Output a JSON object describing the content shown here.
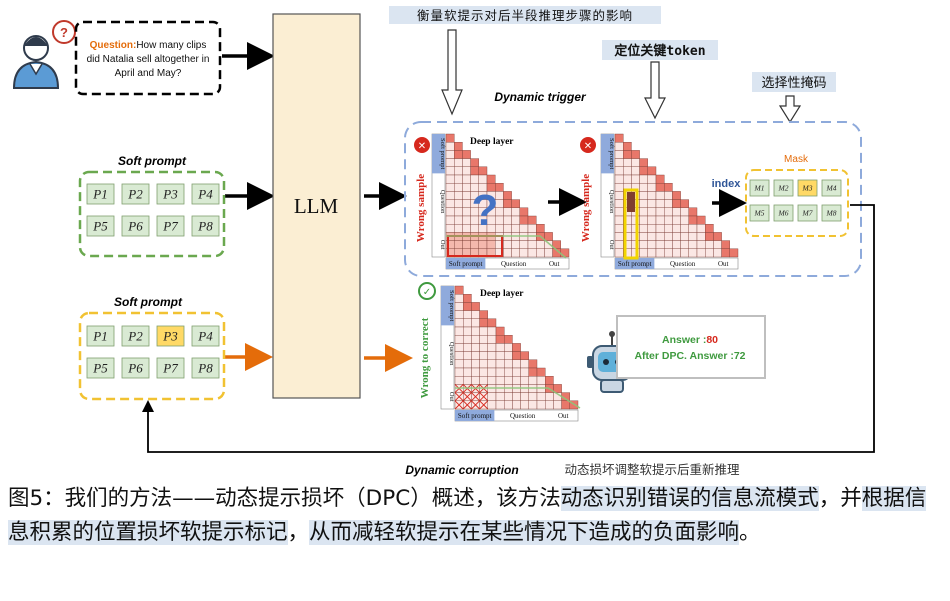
{
  "figure": {
    "question_label": "Question",
    "question_text_lines": [
      "How many clips",
      "did Natalia sell altogether in",
      "April and May?"
    ],
    "soft_prompt_title": "Soft prompt",
    "prompt_tokens": [
      "P1",
      "P2",
      "P3",
      "P4",
      "P5",
      "P6",
      "P7",
      "P8"
    ],
    "highlighted_prompt_token": "P3",
    "llm_label": "LLM",
    "dynamic_trigger_label": "Dynamic trigger",
    "dynamic_corruption_label": "Dynamic corruption",
    "dynamic_corruption_note": "动态损坏调整软提示后重新推理",
    "note_measure": "衡量软提示对后半段推理步骤的影响",
    "note_locate": "定位关键token",
    "note_mask": "选择性掩码",
    "deep_layer_label": "Deep layer",
    "wrong_sample_label": "Wrong sample",
    "wrong_to_correct_label": "Wrong to correct",
    "row_labels": [
      "Soft prompt",
      "Question",
      "Out"
    ],
    "col_labels": [
      "Soft prompt",
      "Question",
      "Out"
    ],
    "index_label": "index",
    "mask_title": "Mask",
    "mask_tokens": [
      "M1",
      "M2",
      "M3",
      "M4",
      "M5",
      "M6",
      "M7",
      "M8"
    ],
    "highlighted_mask_token": "M3",
    "answer_label": "Answer :",
    "answer_value": "80",
    "after_label": "After DPC. Answer :",
    "after_value": "72",
    "question_mark": "?",
    "cross_symbol": "✕",
    "check_symbol": "✓"
  },
  "caption": {
    "part1": "图5：我们的方法——动态提示损坏（DPC）概述，该方法",
    "part2": "动态识别错误的信息流模式",
    "part3": "，并",
    "part4": "根据信息积累的位置损坏软提示标记",
    "part5": "，",
    "part6": "从而减轻软提示在某些情况下造成的负面影响",
    "part7": "。"
  },
  "colors": {
    "green_dash": "#6aa84f",
    "yellow_dash": "#f1c232",
    "blue_dash": "#8eaadb",
    "token_fill": "#d9ead3",
    "token_highlight": "#ffd966",
    "llm_fill": "#fbeed3",
    "heat_cell": "#e8776a",
    "heat_empty": "#fbe7e4",
    "axis_blue": "#8faadc",
    "note_bg": "#dbe5f1",
    "red": "#d6281d",
    "orange": "#e46c0a",
    "answer_green": "#3f9a3f"
  }
}
